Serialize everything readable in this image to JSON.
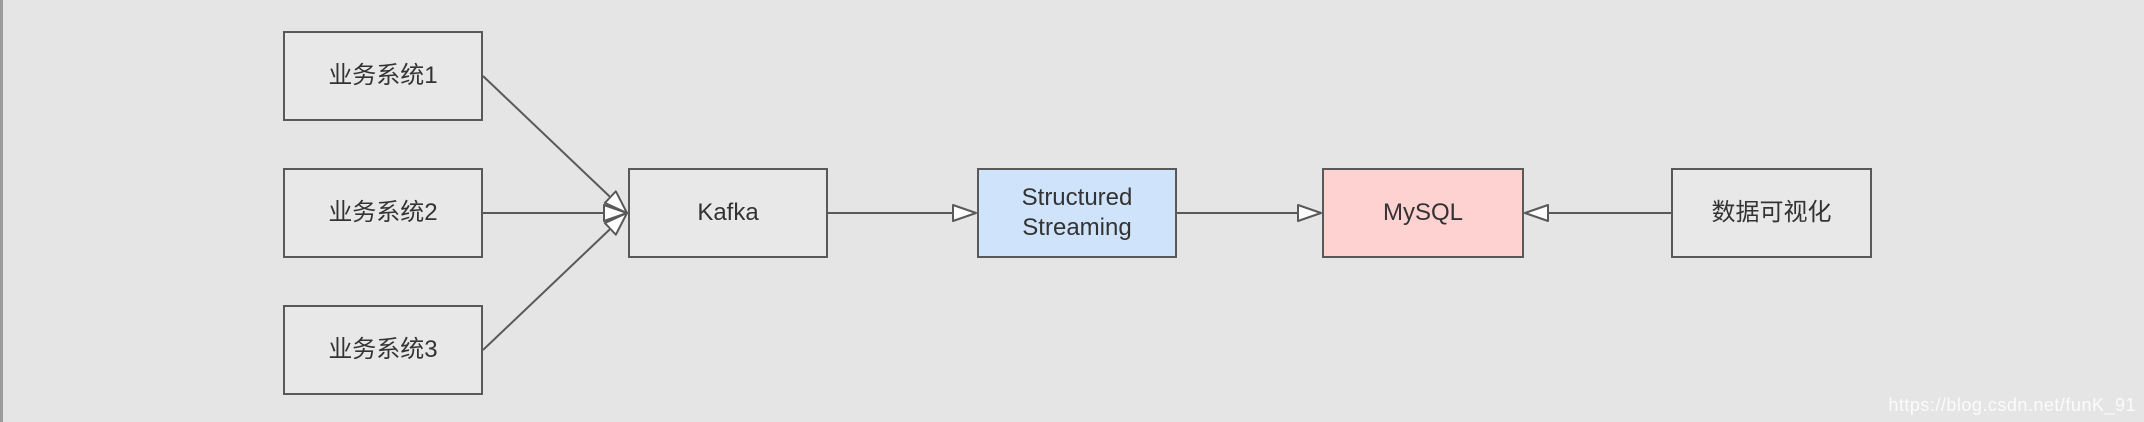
{
  "page": {
    "background_color": "#e5e5e5",
    "left_strip_color": "#9c9c9c"
  },
  "diagram": {
    "nodes": {
      "source1": {
        "label": "业务系统1",
        "fill": "#e8e8e8"
      },
      "source2": {
        "label": "业务系统2",
        "fill": "#e8e8e8"
      },
      "source3": {
        "label": "业务系统3",
        "fill": "#e8e8e8"
      },
      "kafka": {
        "label": "Kafka",
        "fill": "#e8e8e8"
      },
      "streaming": {
        "label": "Structured Streaming",
        "fill": "#cfe3fa"
      },
      "mysql": {
        "label": "MySQL",
        "fill": "#ffd2d2"
      },
      "viz": {
        "label": "数据可视化",
        "fill": "#e8e8e8"
      }
    },
    "edges": [
      {
        "from": "source1",
        "to": "kafka",
        "arrowhead": "hollow-triangle"
      },
      {
        "from": "source2",
        "to": "kafka",
        "arrowhead": "hollow-triangle"
      },
      {
        "from": "source3",
        "to": "kafka",
        "arrowhead": "hollow-triangle"
      },
      {
        "from": "kafka",
        "to": "streaming",
        "arrowhead": "hollow-triangle"
      },
      {
        "from": "streaming",
        "to": "mysql",
        "arrowhead": "hollow-triangle"
      },
      {
        "from": "viz",
        "to": "mysql",
        "arrowhead": "hollow-triangle"
      }
    ],
    "colors": {
      "node_border": "#595959",
      "edge_line": "#595959",
      "arrowhead_fill": "#ffffff",
      "text": "#333333"
    }
  },
  "watermark": {
    "text": "https://blog.csdn.net/funK_91"
  }
}
